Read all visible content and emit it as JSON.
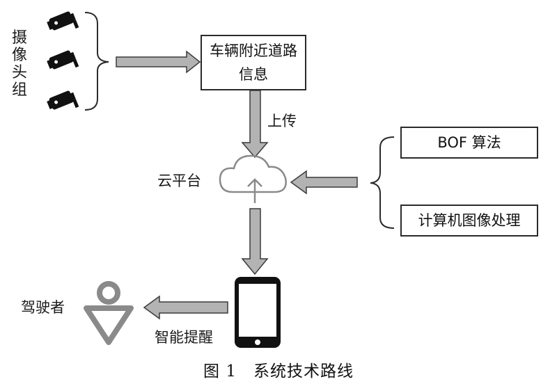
{
  "nodes": {
    "camera_group": "摄像头组",
    "road_info": "车辆附近道路信息",
    "upload": "上传",
    "cloud": "云平台",
    "bof": "BOF 算法",
    "image_processing": "计算机图像处理",
    "driver": "驾驶者",
    "alert": "智能提醒"
  },
  "icons": {
    "camera": "security-camera-icon",
    "cloud": "cloud-upload-icon",
    "phone": "smartphone-icon",
    "driver": "person-pin-icon"
  },
  "caption": "图 1　系统技术路线",
  "colors": {
    "arrow_fill": "#b3b3b3",
    "arrow_stroke": "#3a3a3a",
    "icon_gray": "#8a8a8a",
    "camera_black": "#111111"
  }
}
